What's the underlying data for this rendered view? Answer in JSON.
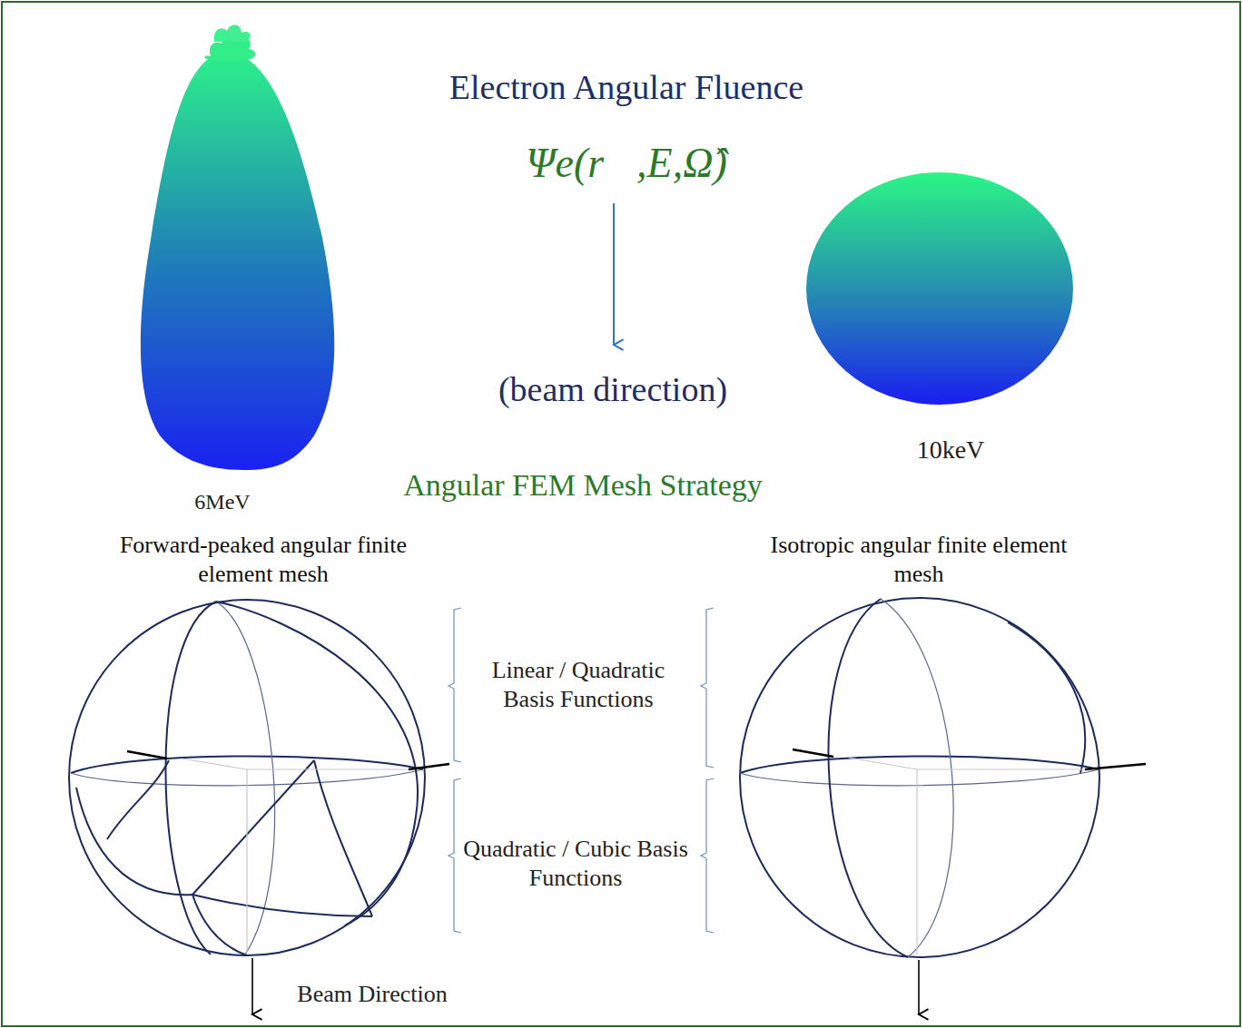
{
  "diagram": {
    "title": "Electron Angular Fluence",
    "labels": [
      "Ψe(r⃗,E,Ω̂)",
      "(beam direction)",
      "6MeV",
      "10keV",
      "Angular FEM Mesh Strategy",
      "Forward-peaked angular finite element mesh",
      "Isotropic angular finite element mesh",
      "Linear / Quadratic Basis Functions",
      "Quadratic / Cubic Basis Functions",
      "Beam Direction"
    ]
  }
}
